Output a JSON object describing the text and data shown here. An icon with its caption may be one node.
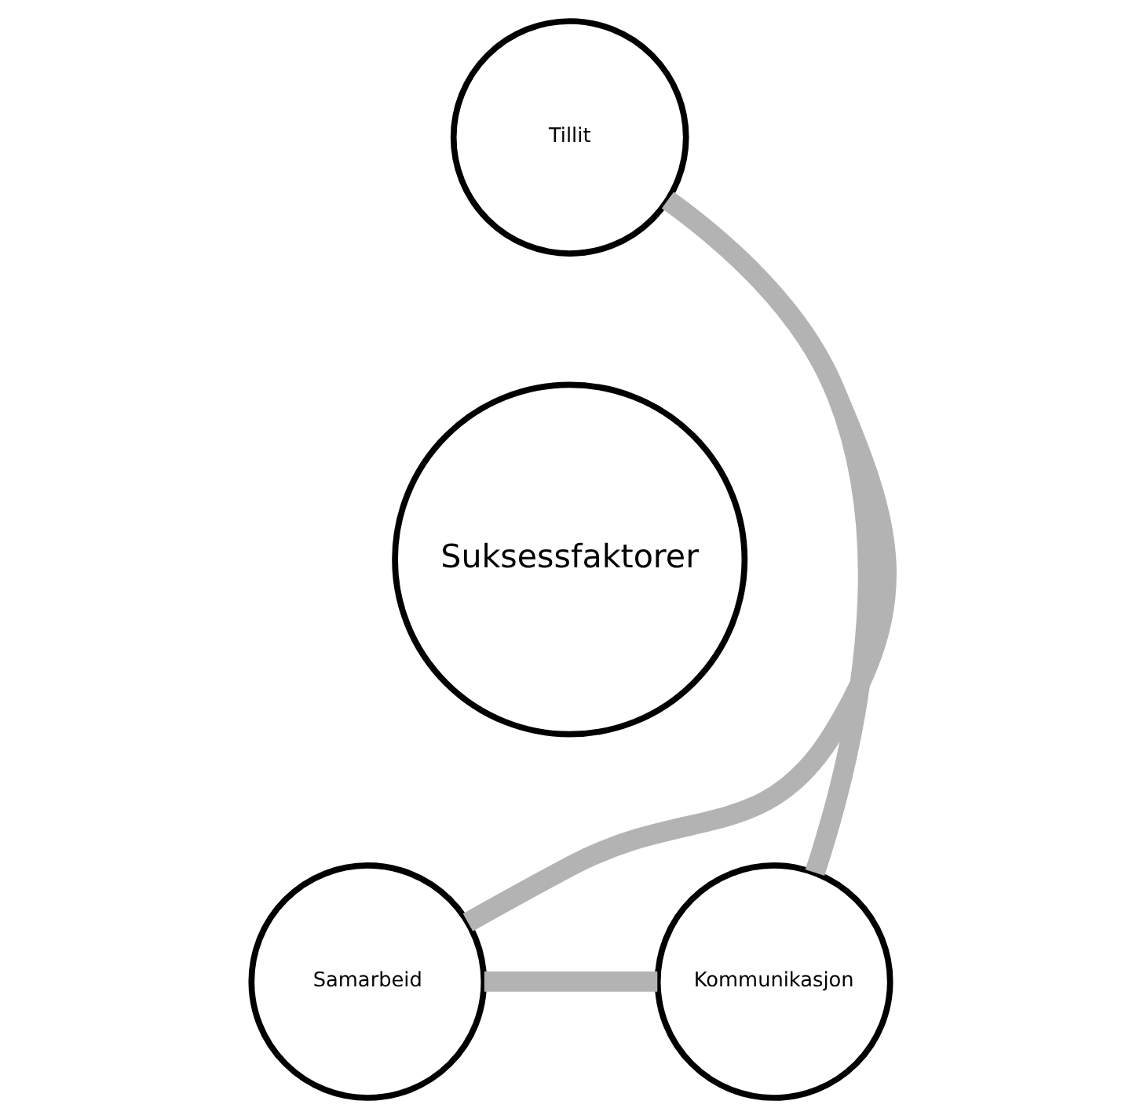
{
  "diagram": {
    "nodes": [
      {
        "text": [
          "Tillit"
        ]
      },
      {
        "text": [
          "Suksessfaktorer"
        ]
      },
      {
        "text": [
          "Samarbeid"
        ]
      },
      {
        "text": [
          "Kommunikasjon"
        ]
      }
    ],
    "edges": [
      {
        "from": 0,
        "to": 3,
        "arrow": "none"
      },
      {
        "from": 3,
        "to": 2,
        "arrow": "none"
      },
      {
        "from": 2,
        "to": 0,
        "arrow": "none"
      }
    ]
  }
}
